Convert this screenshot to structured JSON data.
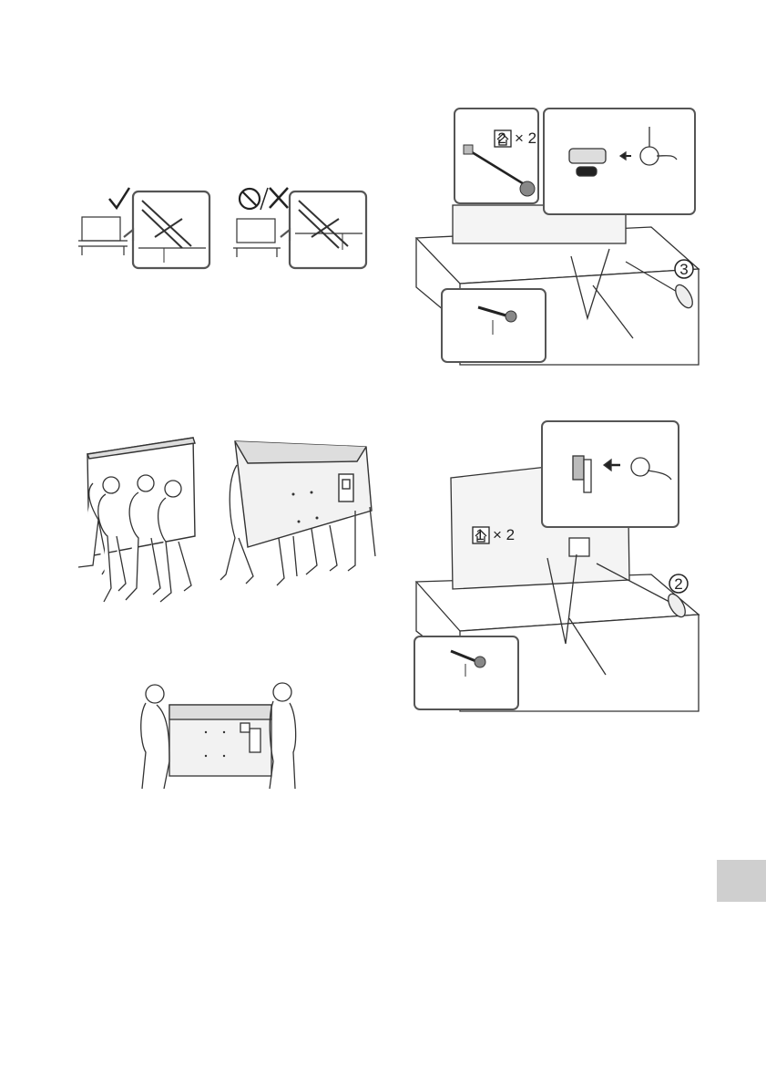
{
  "page": {
    "background": "#ffffff",
    "line_color": "#2a2a2a",
    "panel_fill": "#d9d9d9",
    "panel_border": "#555555",
    "tab_color": "#cfcfcf"
  },
  "icons": {
    "correct": "check-icon",
    "prohibited": "no-sign-icon",
    "wrong": "cross-icon",
    "hardware_2": "box-2-icon",
    "hardware_1": "box-1-icon",
    "step_3": "circled-3-icon",
    "step_2": "circled-2-icon"
  },
  "callouts": {
    "top_qty": "× 2",
    "top_box": "2",
    "top_step": "3",
    "bottom_qty": "× 2",
    "bottom_box": "1",
    "bottom_step": "2"
  }
}
